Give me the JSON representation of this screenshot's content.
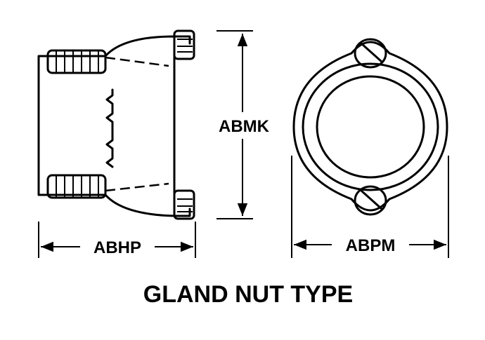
{
  "labels": {
    "height_dim": "ABMK",
    "side_width_dim": "ABHP",
    "front_width_dim": "ABPM",
    "title": "GLAND NUT TYPE"
  },
  "colors": {
    "ink": "#000000",
    "paper": "#ffffff"
  }
}
